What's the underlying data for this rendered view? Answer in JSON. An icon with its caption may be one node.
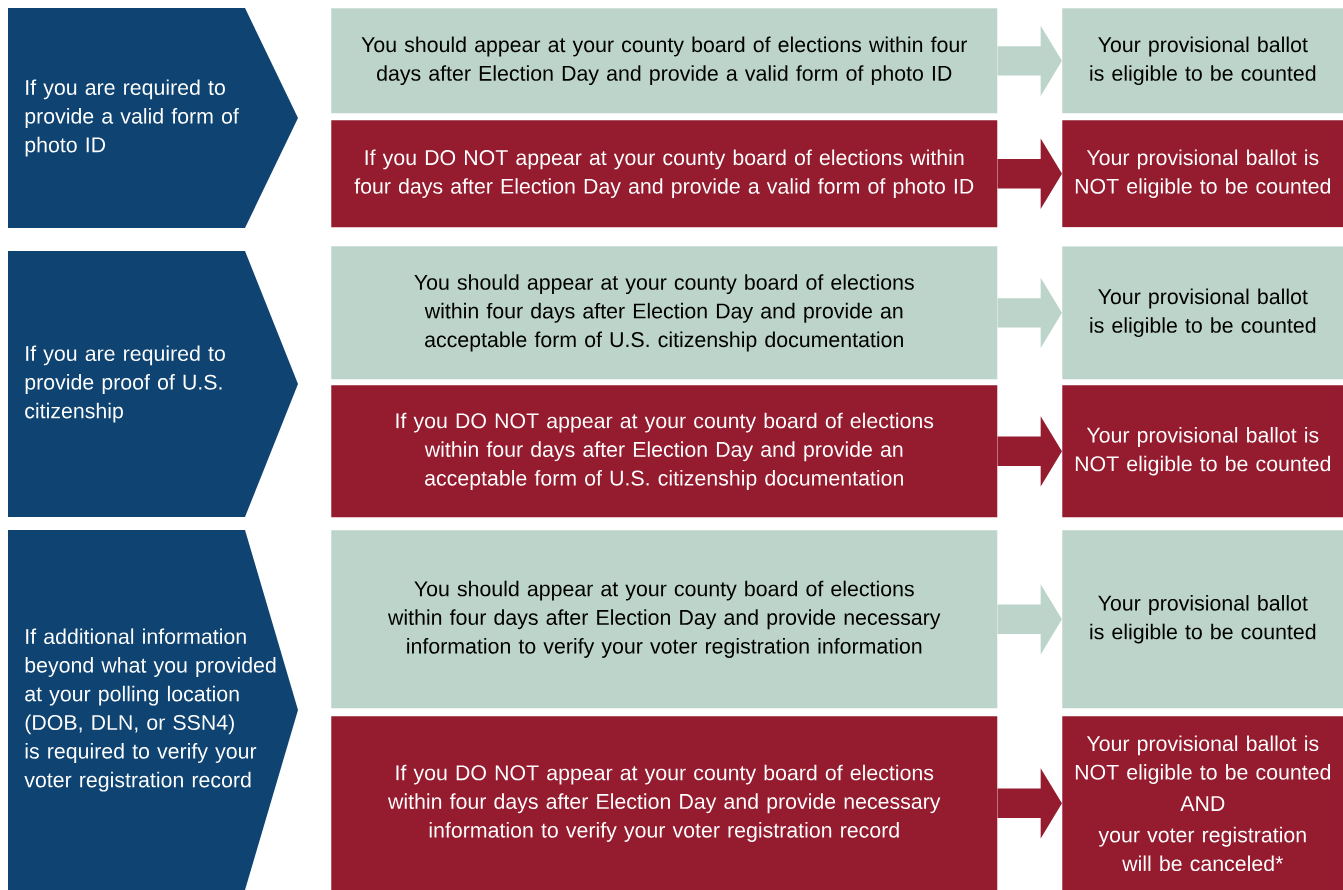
{
  "diagram": {
    "nodes": [
      {
        "text": [
          "If you are required to provide a valid form of photo ID"
        ]
      },
      {
        "text": [
          "You should appear at your county board of elections within four days after Election Day and provide a valid form of photo ID"
        ]
      },
      {
        "text": [
          "Your provisional ballot is eligible to be counted"
        ]
      },
      {
        "text": [
          "If you DO NOT appear at your county board of elections within four days after Election Day and provide a valid form of photo ID"
        ]
      },
      {
        "text": [
          "Your provisional ballot is NOT eligible to be counted"
        ]
      },
      {
        "text": [
          "If you are required to provide proof of U.S. citizenship"
        ]
      },
      {
        "text": [
          "You should appear at your county board of elections within four days after Election Day and provide an acceptable form of U.S. citizenship documentation"
        ]
      },
      {
        "text": [
          "Your provisional ballot is eligible to be counted"
        ]
      },
      {
        "text": [
          "If you DO NOT appear at your county board of elections within four days after Election Day and provide an acceptable form of U.S. citizenship documentation"
        ]
      },
      {
        "text": [
          "Your provisional ballot is NOT eligible to be counted"
        ]
      },
      {
        "text": [
          "If additional information beyond what you provided at your polling location (DOB, DLN, or SSN4) is required to verify your voter registration record"
        ]
      },
      {
        "text": [
          "You should appear at your county board of elections within four days after Election Day and provide necessary information to verify your voter registration information"
        ]
      },
      {
        "text": [
          "Your provisional ballot is eligible to be counted"
        ]
      },
      {
        "text": [
          "If you DO NOT appear at your county board of elections within four days after Election Day and provide necessary information to verify your voter registration record"
        ]
      },
      {
        "text": [
          "Your provisional ballot is NOT eligible to be counted",
          "AND",
          "your voter registration will be canceled*"
        ]
      }
    ],
    "edges": [
      {
        "from": 1,
        "to": 2,
        "arrow": "to",
        "color": "#bcd4ca"
      },
      {
        "from": 3,
        "to": 4,
        "arrow": "to",
        "color": "#951b2f"
      },
      {
        "from": 6,
        "to": 7,
        "arrow": "to",
        "color": "#bcd4ca"
      },
      {
        "from": 8,
        "to": 9,
        "arrow": "to",
        "color": "#951b2f"
      },
      {
        "from": 11,
        "to": 12,
        "arrow": "to",
        "color": "#bcd4ca"
      },
      {
        "from": 13,
        "to": 14,
        "arrow": "to",
        "color": "#951b2f"
      }
    ]
  }
}
